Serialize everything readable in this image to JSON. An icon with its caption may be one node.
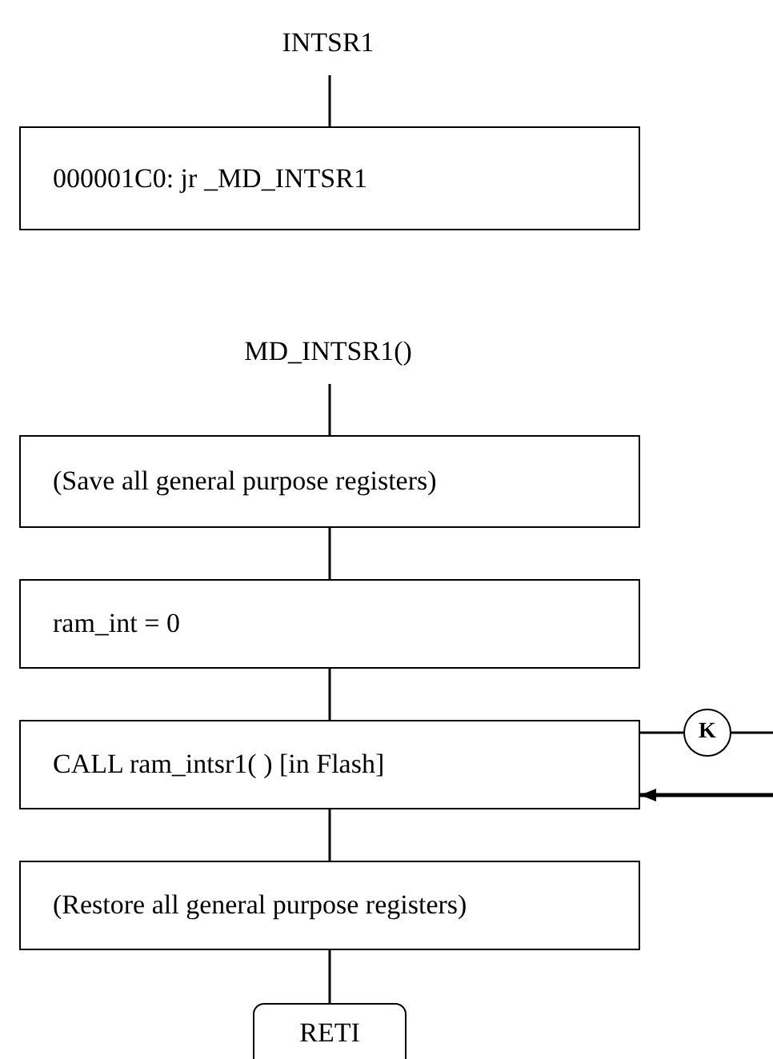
{
  "diagram": {
    "nodes": [
      {
        "text": [
          "INTSR1"
        ]
      },
      {
        "text": [
          "000001C0:  jr _MD_INTSR1"
        ]
      },
      {
        "text": [
          "MD_INTSR1()"
        ]
      },
      {
        "text": [
          "(Save all general purpose registers)"
        ]
      },
      {
        "text": [
          "ram_int = 0"
        ]
      },
      {
        "text": [
          "CALL  ram_intsr1( )  [in Flash]"
        ]
      },
      {
        "text": [
          "(Restore all general purpose registers)"
        ]
      },
      {
        "text": [
          "RETI"
        ]
      },
      {
        "text": [
          "K"
        ]
      }
    ],
    "edges": [
      {
        "from": 0,
        "to": 1,
        "arrow": "none"
      },
      {
        "from": 2,
        "to": 3,
        "arrow": "none"
      },
      {
        "from": 3,
        "to": 4,
        "arrow": "none"
      },
      {
        "from": 4,
        "to": 5,
        "arrow": "none"
      },
      {
        "from": 5,
        "to": 6,
        "arrow": "none"
      },
      {
        "from": 6,
        "to": 7,
        "arrow": "none"
      },
      {
        "from": 5,
        "to": 8,
        "arrow": "none"
      },
      {
        "from": 8,
        "to": null,
        "arrow": "none"
      },
      {
        "from": null,
        "to": 5,
        "arrow": "to"
      }
    ]
  }
}
